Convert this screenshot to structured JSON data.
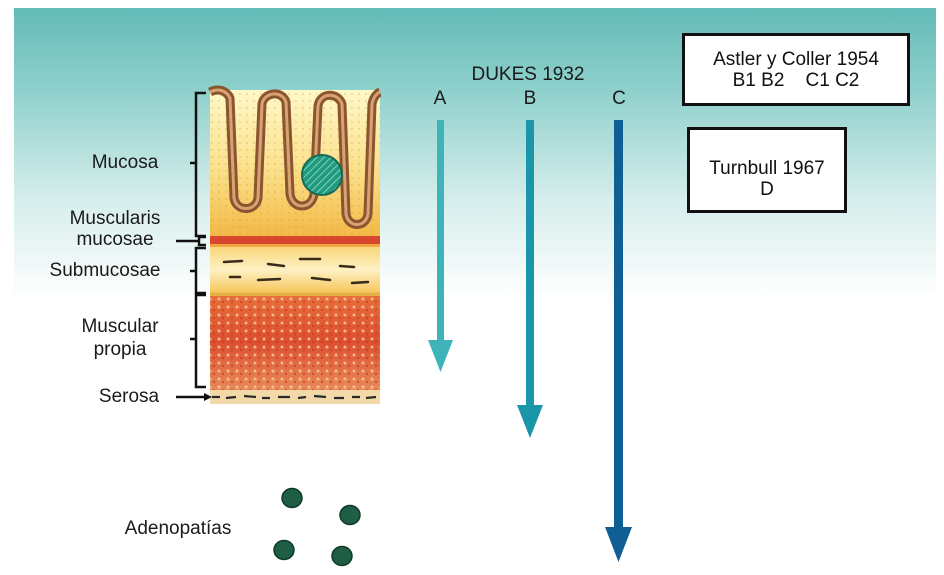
{
  "layers": [
    {
      "id": "mucosa",
      "label": "Mucosa"
    },
    {
      "id": "muscularis-mucosae",
      "label": "Muscularis mucosae"
    },
    {
      "id": "submucosae",
      "label": "Submucosae"
    },
    {
      "id": "muscular-propia",
      "label": "Muscular propia"
    },
    {
      "id": "serosa",
      "label": "Serosa"
    }
  ],
  "labels": {
    "mucosa": "Mucosa",
    "muscularis_line1": "Muscularis",
    "muscularis_line2": "mucosae",
    "submucosae": "Submucosae",
    "muscular_line1": "Muscular",
    "muscular_line2": "propia",
    "serosa": "Serosa",
    "adenopatias": "Adenopatías"
  },
  "dukes": {
    "title": "DUKES 1932",
    "stages": [
      "A",
      "B",
      "C"
    ]
  },
  "astler": {
    "line1": "Astler y Coller 1954",
    "line2": "B1 B2    C1 C2"
  },
  "turnbull": {
    "line1": "Turnbull 1967",
    "line2": "D"
  },
  "colors": {
    "arrow_a": "#3fb4b8",
    "arrow_b": "#1b95aa",
    "arrow_c": "#0f5f95",
    "lymph_node": "#1e5e45",
    "tumor": "#1f9c80",
    "background_top": "#5fb9b5"
  }
}
